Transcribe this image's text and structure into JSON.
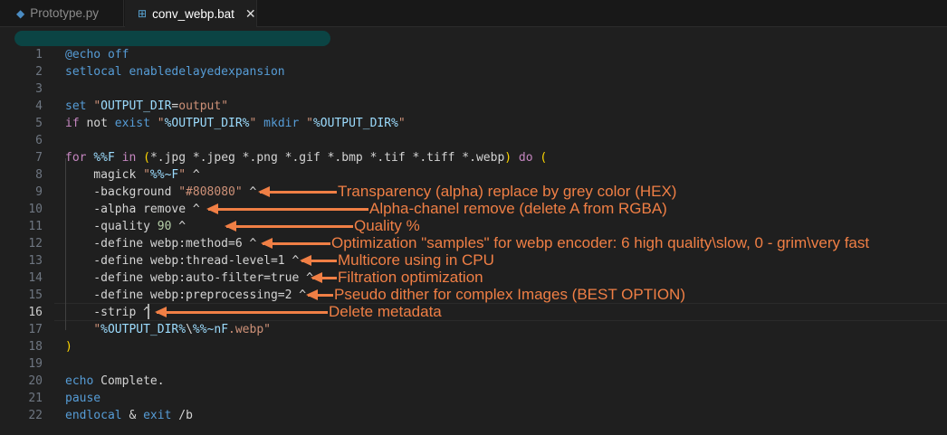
{
  "tabs": [
    {
      "label": "Prototype.py",
      "icon": "python-icon",
      "active": false
    },
    {
      "label": "conv_webp.bat",
      "icon": "windows-icon",
      "active": true,
      "close": "✕"
    }
  ],
  "editor": {
    "current_line": 16,
    "lines": [
      [
        [
          "kw",
          "@echo off"
        ]
      ],
      [
        [
          "kw",
          "setlocal enabledelayedexpansion"
        ]
      ],
      [],
      [
        [
          "kw",
          "set "
        ],
        [
          "st",
          "\""
        ],
        [
          "va",
          "OUTPUT_DIR"
        ],
        [
          "tx",
          "="
        ],
        [
          "st",
          "output\""
        ]
      ],
      [
        [
          "pu",
          "if "
        ],
        [
          "tx",
          "not "
        ],
        [
          "kw",
          "exist "
        ],
        [
          "st",
          "\""
        ],
        [
          "va",
          "%OUTPUT_DIR%"
        ],
        [
          "st",
          "\""
        ],
        [
          "kw",
          " mkdir "
        ],
        [
          "st",
          "\""
        ],
        [
          "va",
          "%OUTPUT_DIR%"
        ],
        [
          "st",
          "\""
        ]
      ],
      [],
      [
        [
          "pu",
          "for "
        ],
        [
          "va",
          "%%F"
        ],
        [
          "pu",
          " in "
        ],
        [
          "br",
          "("
        ],
        [
          "tx",
          "*.jpg *.jpeg *.png *.gif *.bmp *.tif *.tiff *.webp"
        ],
        [
          "br",
          ")"
        ],
        [
          "pu",
          " do "
        ],
        [
          "br",
          "("
        ]
      ],
      [
        [
          "tx",
          "    magick "
        ],
        [
          "st",
          "\""
        ],
        [
          "va",
          "%%~F"
        ],
        [
          "st",
          "\""
        ],
        [
          "tx",
          " ^"
        ]
      ],
      [
        [
          "tx",
          "    -background "
        ],
        [
          "st",
          "\"#808080\""
        ],
        [
          "tx",
          " ^"
        ]
      ],
      [
        [
          "tx",
          "    -alpha remove ^"
        ]
      ],
      [
        [
          "tx",
          "    -quality "
        ],
        [
          "nu",
          "90"
        ],
        [
          "tx",
          " ^"
        ]
      ],
      [
        [
          "tx",
          "    -define webp:method=6 ^"
        ]
      ],
      [
        [
          "tx",
          "    -define webp:thread-level=1 ^"
        ]
      ],
      [
        [
          "tx",
          "    -define webp:auto-filter=true ^"
        ]
      ],
      [
        [
          "tx",
          "    -define webp:preprocessing=2 ^"
        ]
      ],
      [
        [
          "tx",
          "    -strip ^"
        ]
      ],
      [
        [
          "tx",
          "    "
        ],
        [
          "st",
          "\""
        ],
        [
          "va",
          "%OUTPUT_DIR%"
        ],
        [
          "tx",
          "\\"
        ],
        [
          "va",
          "%%~nF"
        ],
        [
          "st",
          ".webp\""
        ]
      ],
      [
        [
          "br",
          ")"
        ]
      ],
      [],
      [
        [
          "kw",
          "echo "
        ],
        [
          "tx",
          "Complete."
        ]
      ],
      [
        [
          "kw",
          "pause"
        ]
      ],
      [
        [
          "kw",
          "endlocal "
        ],
        [
          "tx",
          "& "
        ],
        [
          "kw",
          "exit "
        ],
        [
          "tx",
          "/b"
        ]
      ]
    ]
  },
  "annotations": [
    {
      "line": 9,
      "text": "Transparency (alpha) replace by grey color (HEX)"
    },
    {
      "line": 10,
      "text": "Alpha-chanel remove (delete A from RGBA)"
    },
    {
      "line": 11,
      "text": "Quality %"
    },
    {
      "line": 12,
      "text": "Optimization \"samples\" for webp encoder: 6 high quality\\slow, 0 - grim\\very fast"
    },
    {
      "line": 13,
      "text": "Multicore using in CPU"
    },
    {
      "line": 14,
      "text": "Filtration optimization"
    },
    {
      "line": 15,
      "text": "Pseudo dither for complex Images (BEST OPTION)"
    },
    {
      "line": 16,
      "text": "Delete metadata"
    }
  ],
  "colors": {
    "accent": "#f07f45"
  }
}
